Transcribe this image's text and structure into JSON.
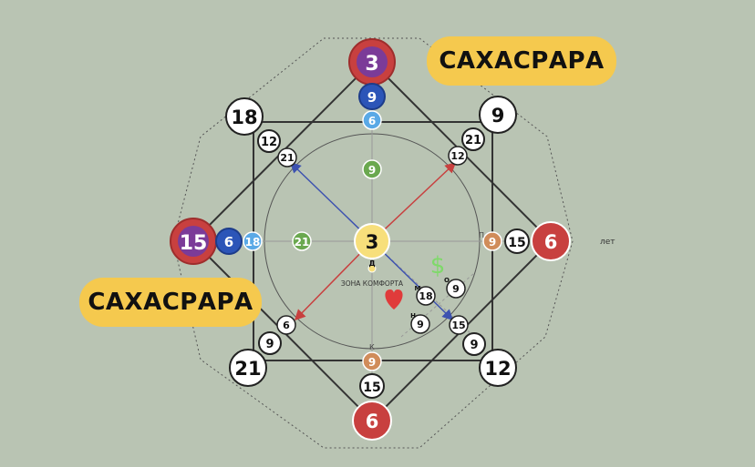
{
  "labels": {
    "top_callout": "САХАСРАРА",
    "left_callout": "САХАСРАРА",
    "comfort_zone": "ЗОНА КОМФОРТА",
    "years": "лет",
    "d": "Д",
    "k": "К",
    "p": "П",
    "m": "М",
    "o": "О",
    "n": "Н"
  },
  "values": {
    "center": "3",
    "top_outer": "3",
    "top_mid": "9",
    "top_inner": "6",
    "center_up": "9",
    "left_outer": "15",
    "left_mid": "6",
    "left_inner": "18",
    "center_left": "21",
    "right_outer": "6",
    "right_mid": "15",
    "right_inner": "9",
    "bottom_outer": "6",
    "bottom_mid": "15",
    "bottom_inner": "9",
    "tl_outer": "18",
    "tl_mid": "12",
    "tl_inner": "21",
    "tr_outer": "9",
    "tr_mid": "21",
    "tr_inner": "12",
    "bl_outer": "21",
    "bl_mid": "9",
    "bl_inner": "6",
    "br_outer": "12",
    "br_mid": "9",
    "br_inner": "15",
    "money_m": "18",
    "money_o": "9",
    "love_n": "9"
  },
  "icons": {
    "money": "dollar-sign-icon",
    "love": "heart-icon"
  },
  "colors": {
    "background": "#b9c4b3",
    "red": "#c8403f",
    "purple": "#7b3b98",
    "blue": "#2c55b8",
    "light_blue": "#5aa9e6",
    "green": "#6aa84f",
    "yellow": "#f7df7b",
    "orange": "#d08c5a",
    "callout": "#f5c94e"
  }
}
